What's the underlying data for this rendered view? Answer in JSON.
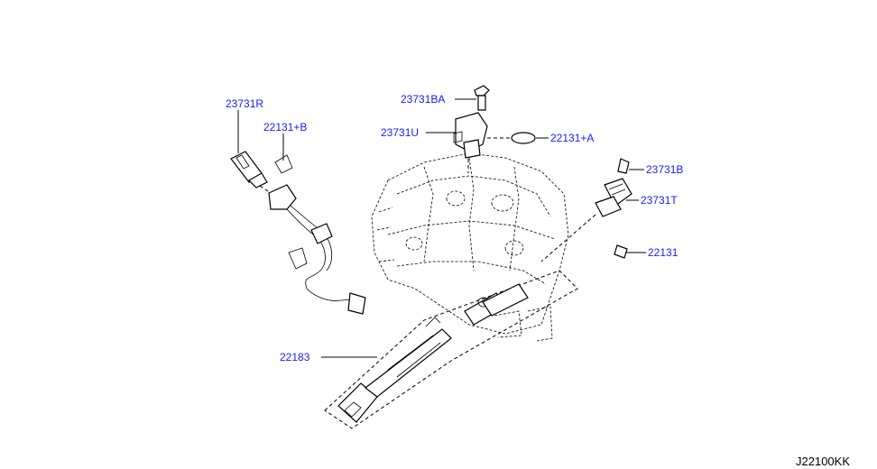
{
  "labels": {
    "l23731R": "23731R",
    "l22131B": "22131+B",
    "l23731BA": "23731BA",
    "l23731U": "23731U",
    "l22131A": "22131+A",
    "l23731B": "23731B",
    "l23731T": "23731T",
    "l22131": "22131",
    "l22183": "22183"
  },
  "diagram_code": "J22100KK",
  "colors": {
    "label": "#1a1aff",
    "lines": "#000000"
  }
}
